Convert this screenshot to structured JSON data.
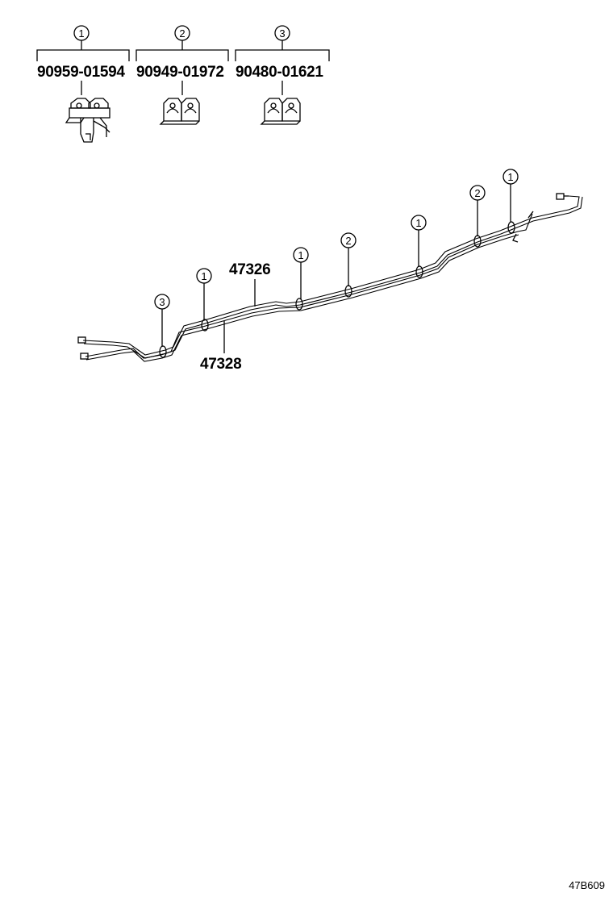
{
  "legend": [
    {
      "ref": "1",
      "part_no": "90959-01594",
      "icon": "clamp-with-bracket-icon"
    },
    {
      "ref": "2",
      "part_no": "90949-01972",
      "icon": "double-clamp-icon"
    },
    {
      "ref": "3",
      "part_no": "90480-01621",
      "icon": "double-clamp-icon"
    }
  ],
  "parts": [
    {
      "part_no": "47326"
    },
    {
      "part_no": "47328"
    }
  ],
  "callouts": [
    "3",
    "1",
    "1",
    "2",
    "1",
    "2",
    "1"
  ],
  "diagram_code": "47B609",
  "colors": {
    "line": "#000000",
    "background": "#ffffff"
  }
}
